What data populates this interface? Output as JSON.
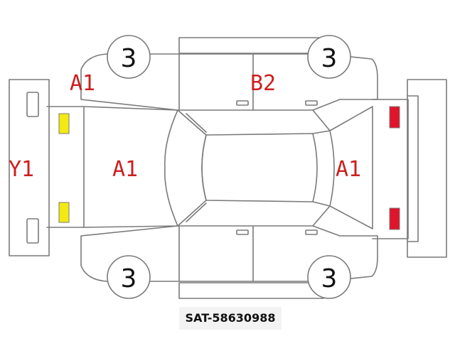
{
  "diagram": {
    "codes": {
      "top_left": "A1",
      "top_right": "B2",
      "front_bumper": "Y1",
      "hood": "A1",
      "trunk": "A1"
    },
    "wheels": {
      "front_left": "3",
      "rear_left": "3",
      "front_right": "3",
      "rear_right": "3"
    },
    "reference": "SAT-58630988"
  },
  "colors": {
    "line": "#7a7a7a",
    "code_text": "#cc1f1f",
    "front_markers": "#f2ea10",
    "rear_markers": "#e0142a"
  }
}
